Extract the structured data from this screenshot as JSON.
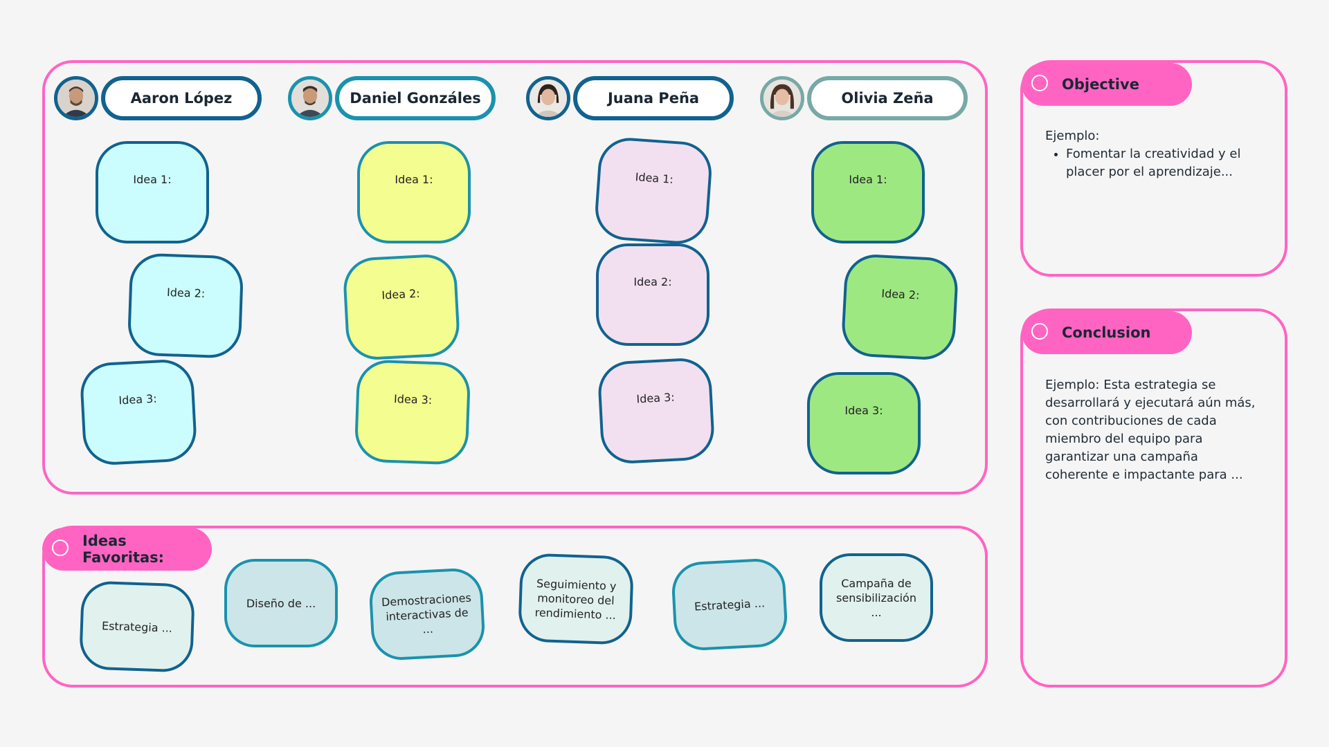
{
  "participants": [
    {
      "name": "Aaron López",
      "ideas": [
        "Idea 1:",
        "Idea 2:",
        "Idea 3:"
      ]
    },
    {
      "name": "Daniel Gonzáles",
      "ideas": [
        "Idea 1:",
        "Idea 2:",
        "Idea 3:"
      ]
    },
    {
      "name": "Juana Peña",
      "ideas": [
        "Idea 1:",
        "Idea 2:",
        "Idea 3:"
      ]
    },
    {
      "name": "Olivia Zeña",
      "ideas": [
        "Idea 1:",
        "Idea 2:",
        "Idea 3:"
      ]
    }
  ],
  "favorites": {
    "title": "Ideas Favoritas:",
    "items": [
      "Estrategia ...",
      "Diseño de ...",
      "Demostraciones interactivas de ...",
      "Seguimiento y monitoreo del rendimiento ...",
      "Estrategia ...",
      "Campaña de sensibilización ..."
    ]
  },
  "objective": {
    "title": "Objective",
    "intro": "Ejemplo:",
    "bullet": "Fomentar la creatividad y el placer por el aprendizaje..."
  },
  "conclusion": {
    "title": "Conclusion",
    "text": "Ejemplo: Esta estrategia se desarrollará y ejecutará aún más, con contribuciones de cada miembro del equipo para garantizar una campaña coherente e impactante para ..."
  },
  "colors": {
    "accent": "#ff64c3",
    "note_border": "#11628f",
    "note_blue": "#cbfdff",
    "note_yellow": "#f4fd8f",
    "note_pink": "#f2e0f0",
    "note_green": "#9ee882"
  },
  "icons": {
    "avatar": "person-avatar",
    "tab_marker": "circle-icon"
  }
}
